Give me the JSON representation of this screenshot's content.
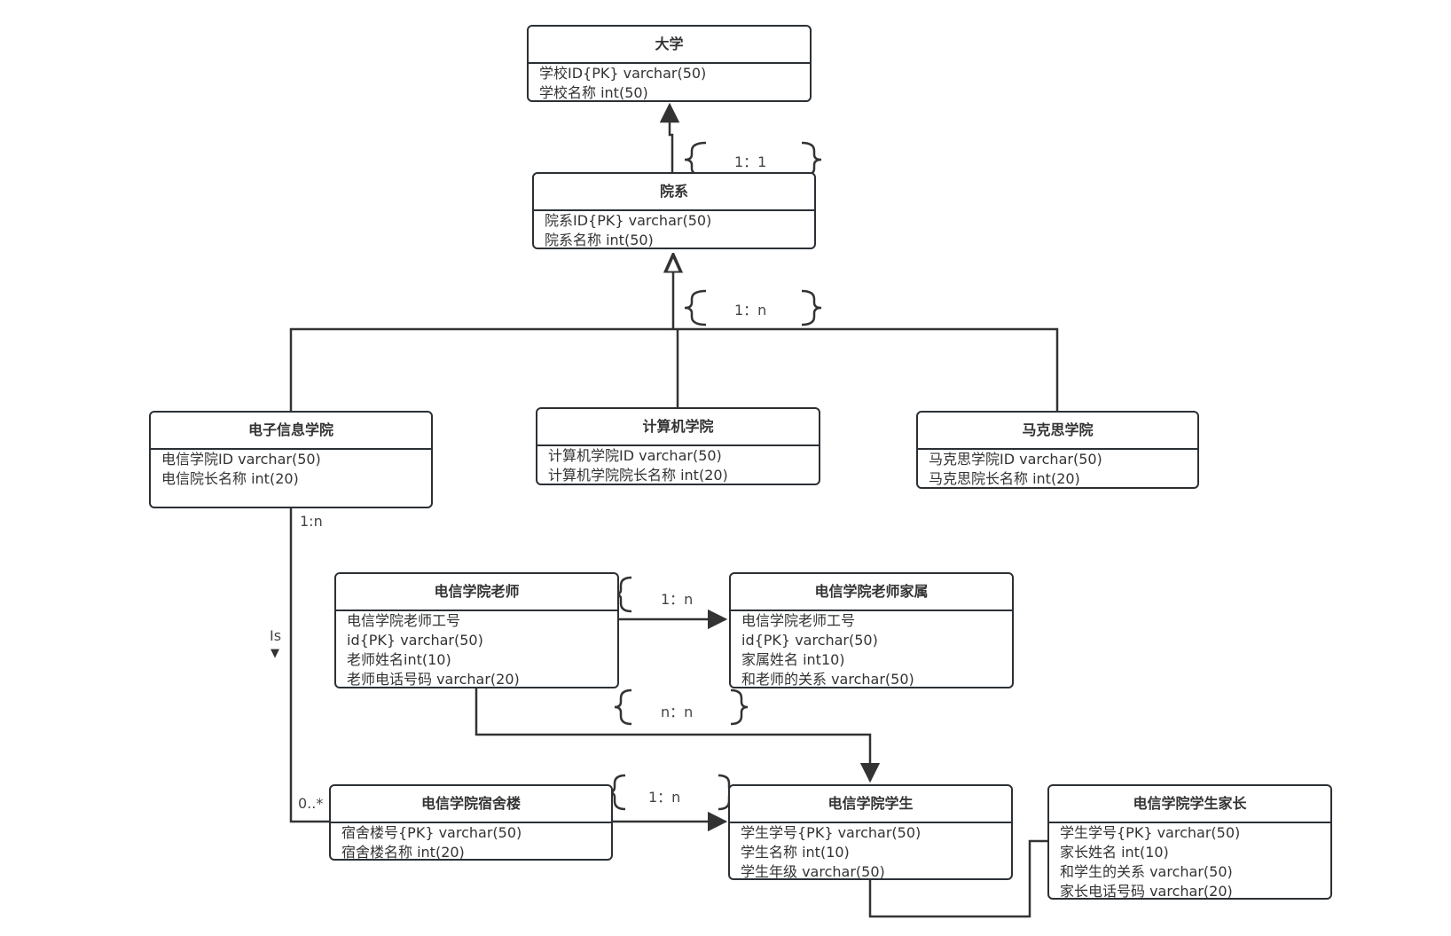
{
  "entities": {
    "university": {
      "title": "大学",
      "attrs": [
        "学校ID{PK} varchar(50)",
        "学校名称 int(50)"
      ]
    },
    "department": {
      "title": "院系",
      "attrs": [
        "院系ID{PK} varchar(50)",
        "院系名称 int(50)"
      ]
    },
    "electronics": {
      "title": "电子信息学院",
      "attrs": [
        "电信学院ID varchar(50)",
        "电信院长名称 int(20)"
      ]
    },
    "computer": {
      "title": "计算机学院",
      "attrs": [
        "计算机学院ID varchar(50)",
        "计算机学院院长名称 int(20)"
      ]
    },
    "marxism": {
      "title": "马克思学院",
      "attrs": [
        "马克思学院ID varchar(50)",
        "马克思院长名称 int(20)"
      ]
    },
    "teacher": {
      "title": "电信学院老师",
      "attrs": [
        "电信学院老师工号",
        "id{PK} varchar(50)",
        "老师姓名int(10)",
        "老师电话号码 varchar(20)"
      ]
    },
    "family": {
      "title": "电信学院老师家属",
      "attrs": [
        "电信学院老师工号",
        "id{PK} varchar(50)",
        "家属姓名 int10)",
        "和老师的关系 varchar(50)"
      ]
    },
    "dorm": {
      "title": "电信学院宿舍楼",
      "attrs": [
        "宿舍楼号{PK} varchar(50)",
        "宿舍楼名称 int(20)"
      ]
    },
    "student": {
      "title": "电信学院学生",
      "attrs": [
        "学生学号{PK} varchar(50)",
        "学生名称 int(10)",
        "学生年级 varchar(50)"
      ]
    },
    "parent": {
      "title": "电信学院学生家长",
      "attrs": [
        "学生学号{PK} varchar(50)",
        "家长姓名 int(10)",
        "和学生的关系 varchar(50)",
        "家长电话号码 varchar(20)"
      ]
    }
  },
  "relations": {
    "univ_dept": "1：1",
    "dept_colleges": "1：n",
    "electronics_link": "1:n",
    "is_label": "Is",
    "is_arrow": "▼",
    "dorm_mult": "0..*",
    "teacher_family": "1：n",
    "teacher_student": "n：n",
    "dorm_student": "1：n"
  }
}
